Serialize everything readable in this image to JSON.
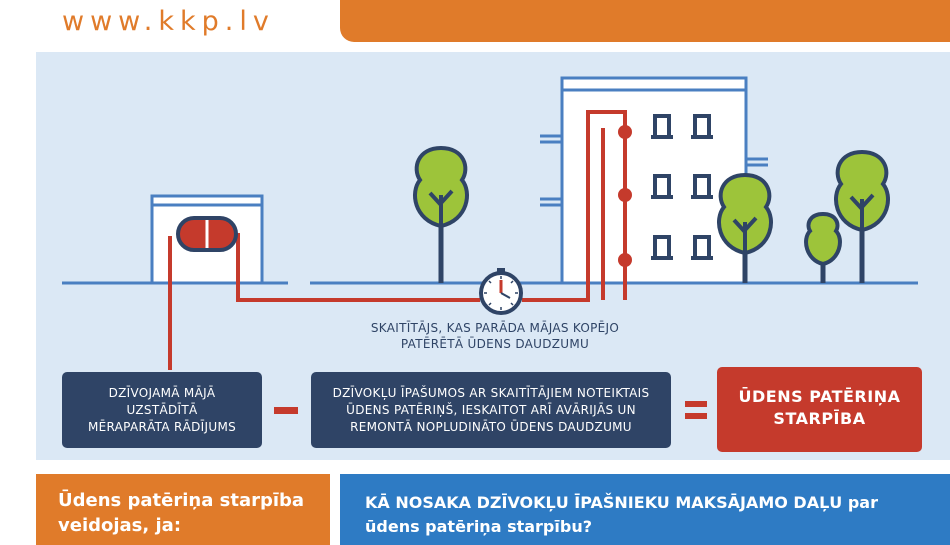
{
  "header": {
    "url": "www.kkp.lv"
  },
  "diagram": {
    "meter_caption_line1": "SKAITĪTĀJS, KAS PARĀDA MĀJAS KOPĒJO",
    "meter_caption_line2": "PATĒRĒTĀ ŪDENS DAUDZUMU",
    "box_a": [
      "DZĪVOJAMĀ MĀJĀ",
      "UZSTĀDĪTĀ",
      "MĒRAPARĀTA RĀDĪJUMS"
    ],
    "box_b": [
      "DZĪVOKĻU ĪPAŠUMOS AR SKAITĪTĀJIEM NOTEIKTAIS",
      "ŪDENS PATĒRIŅŠ, IESKAITOT ARĪ AVĀRIJĀS UN",
      "REMONTĀ NOPLUDINĀTO ŪDENS DAUDZUMU"
    ],
    "result": [
      "ŪDENS PATĒRIŅA",
      "STARPĪBA"
    ]
  },
  "bottom": {
    "left_heading": [
      "Ūdens patēriņa starpība",
      "veidojas, ja:"
    ],
    "right_heading": [
      "KĀ NOSAKA DZĪVOKĻU ĪPAŠNIEKU MAKSĀJAMO DAĻU par",
      "ūdens patēriņa starpību?"
    ]
  },
  "colors": {
    "orange": "#e07b2a",
    "navy": "#2f4466",
    "red": "#c53a2c",
    "blue": "#2e7bc4",
    "panel": "#dbe8f5",
    "tree": "#9dc43a",
    "line": "#4a7fc1"
  },
  "icons": [
    "water-meter-icon",
    "building-icon",
    "tree-icon",
    "pipe-icon",
    "gauge-icon"
  ]
}
